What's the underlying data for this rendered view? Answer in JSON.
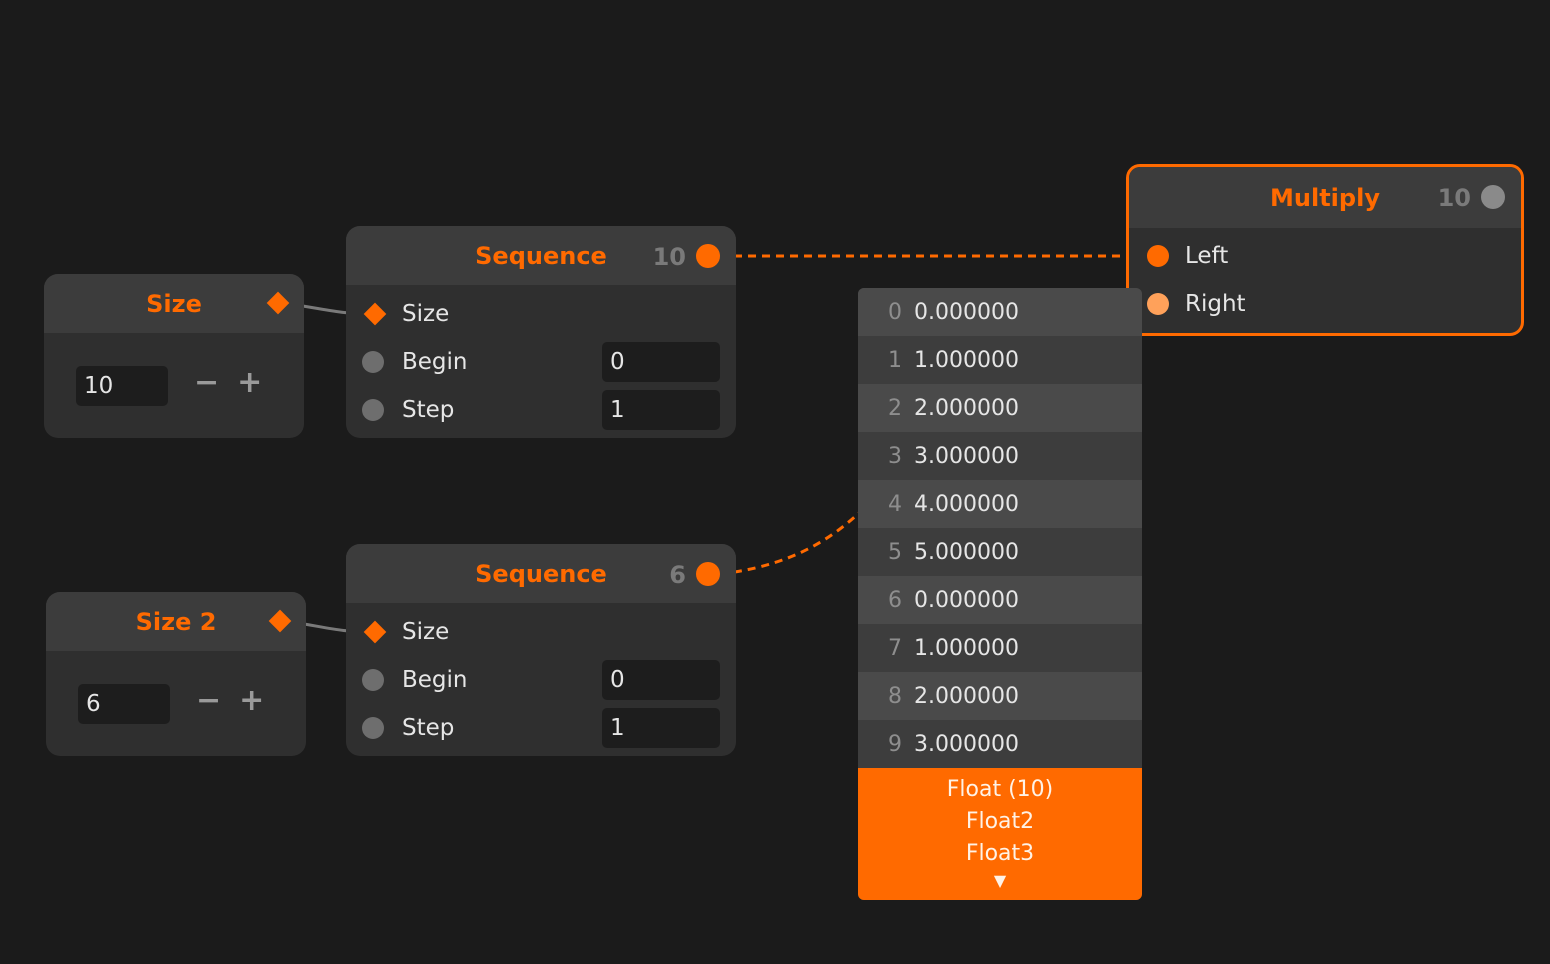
{
  "colors": {
    "accent": "#ff6a00",
    "background": "#1b1b1b",
    "node_body": "#2f2f2f",
    "node_header": "#3c3c3c"
  },
  "size_node_1": {
    "title": "Size",
    "value": "10",
    "minus": "−",
    "plus": "+"
  },
  "size_node_2": {
    "title": "Size 2",
    "value": "6",
    "minus": "−",
    "plus": "+"
  },
  "sequence_node_1": {
    "title": "Sequence",
    "count": "10",
    "inputs": [
      {
        "label": "Size"
      },
      {
        "label": "Begin",
        "value": "0"
      },
      {
        "label": "Step",
        "value": "1"
      }
    ]
  },
  "sequence_node_2": {
    "title": "Sequence",
    "count": "6",
    "inputs": [
      {
        "label": "Size"
      },
      {
        "label": "Begin",
        "value": "0"
      },
      {
        "label": "Step",
        "value": "1"
      }
    ]
  },
  "multiply_node": {
    "title": "Multiply",
    "count": "10",
    "inputs": [
      {
        "label": "Left"
      },
      {
        "label": "Right"
      }
    ]
  },
  "preview": {
    "rows": [
      {
        "index": "0",
        "value": "0.000000"
      },
      {
        "index": "1",
        "value": "1.000000"
      },
      {
        "index": "2",
        "value": "2.000000"
      },
      {
        "index": "3",
        "value": "3.000000"
      },
      {
        "index": "4",
        "value": "4.000000"
      },
      {
        "index": "5",
        "value": "5.000000"
      },
      {
        "index": "6",
        "value": "0.000000"
      },
      {
        "index": "7",
        "value": "1.000000"
      },
      {
        "index": "8",
        "value": "2.000000"
      },
      {
        "index": "9",
        "value": "3.000000"
      }
    ],
    "types": [
      "Float (10)",
      "Float2",
      "Float3"
    ],
    "more_arrow": "▼"
  }
}
